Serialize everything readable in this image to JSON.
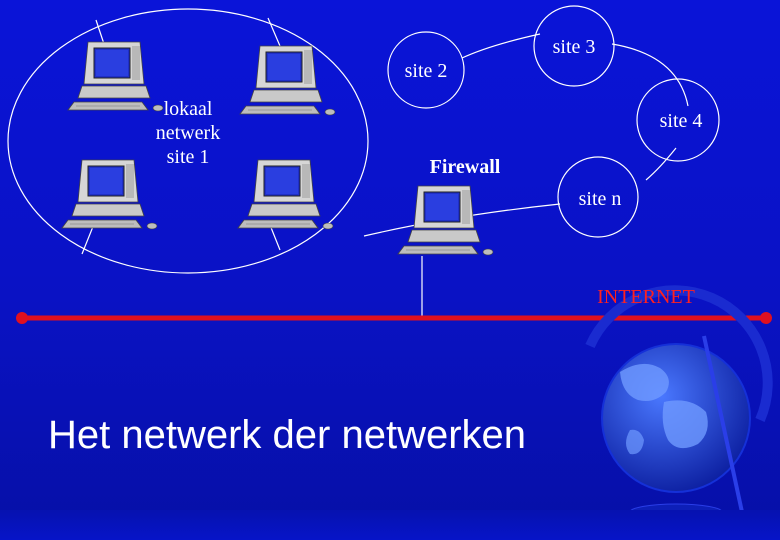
{
  "diagram": {
    "local_network_label": [
      "lokaal",
      "netwerk",
      "site 1"
    ],
    "firewall_label": "Firewall",
    "sites": [
      "site 2",
      "site 3",
      "site 4",
      "site n"
    ],
    "internet_label": "INTERNET",
    "colors": {
      "background": "#0a12c4",
      "line": "#ffffff",
      "internet_bus": "#e01020",
      "internet_text": "#ff2020",
      "text": "#ffffff"
    }
  },
  "slide": {
    "title": "Het netwerk der netwerken"
  },
  "icons": {
    "computer": "desktop-computer-icon",
    "globe": "globe-icon"
  }
}
